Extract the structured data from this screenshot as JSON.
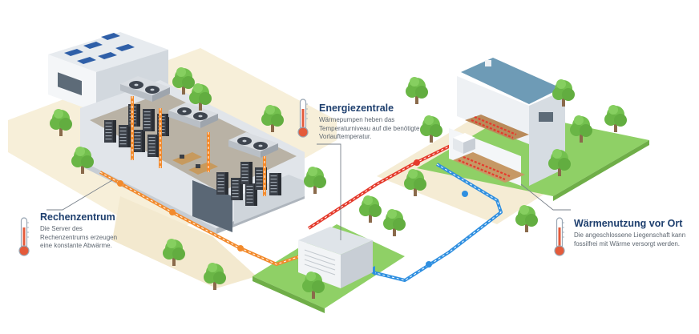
{
  "callouts": {
    "datacenter": {
      "title": "Rechenzentrum",
      "text": "Die Server des Rechenzentrums erzeugen eine konstante Abwärme."
    },
    "energy": {
      "title": "Energiezentrale",
      "text": "Wärmepumpen heben das Temperaturniveau auf die benötigte Vorlauftemperatur."
    },
    "onsite": {
      "title": "Wärmenutzung vor Ort",
      "text": "Die angeschlossene Liegenschaft kann fossilfrei mit Wärme versorgt werden."
    }
  },
  "icons": [
    "thermometer-icon",
    "solar-panel-icon",
    "cooling-fan-icon",
    "server-rack-icon",
    "heat-pump-icon",
    "radiator-icon",
    "tree-icon"
  ],
  "colors": {
    "hot_line": "#e53a2c",
    "warm_line": "#f28a2c",
    "cold_line": "#2f8fe0",
    "grass": "#7cc85a",
    "tree": "#73c04e",
    "title": "#1e3f6e"
  }
}
